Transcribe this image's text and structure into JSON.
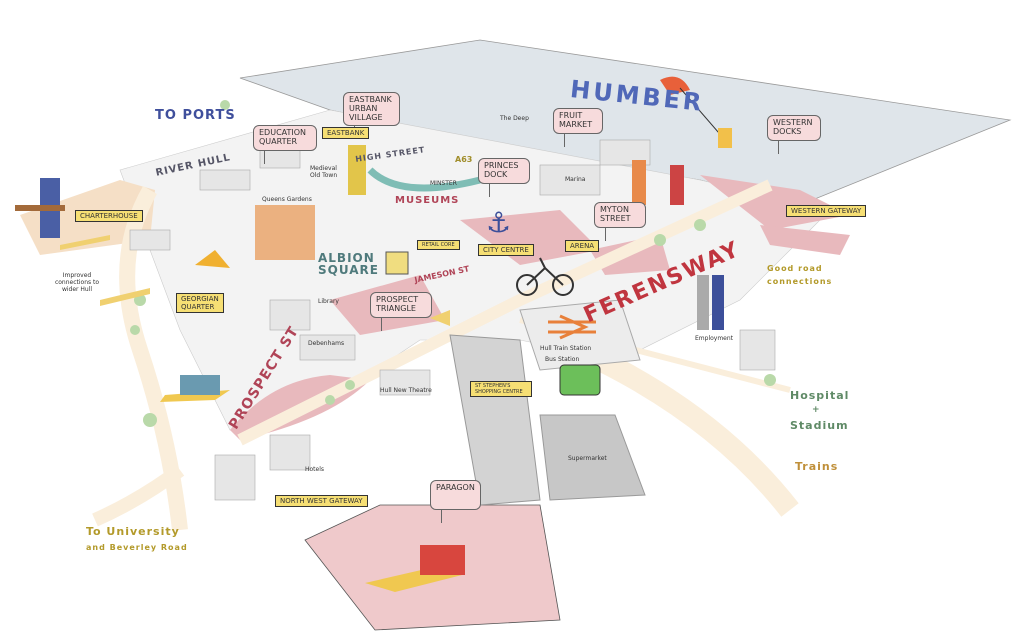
{
  "map": {
    "water_name": "HUMBER",
    "directions": {
      "to_ports": "TO PORTS",
      "to_university": "To University",
      "beverley_road": "and Beverley Road",
      "hospital": "Hospital",
      "plus": "+",
      "stadium": "Stadium",
      "trains": "Trains",
      "good_road": "Good road",
      "connections": "connections",
      "improved_connections": "Improved connections to wider Hull"
    },
    "streets": {
      "river_hull": "RIVER HULL",
      "ferensway": "FERENSWAY",
      "prospect_st": "PROSPECT ST",
      "high_street": "HIGH STREET",
      "a63": "A63",
      "jameson_st": "JAMESON ST",
      "museums": "MUSEUMS",
      "minster": "MINSTER",
      "albion_square": "ALBION SQUARE"
    },
    "bubbles": {
      "education_quarter": "Education Quarter",
      "eastbank_village": "Eastbank Urban Village",
      "fruit_market": "Fruit Market",
      "princes_dock": "Princes Dock",
      "myton_street": "Myton Street",
      "western_docks": "Western Docks",
      "prospect_triangle": "Prospect Triangle",
      "paragon": "Paragon"
    },
    "signs": {
      "eastbank": "Eastbank",
      "charterhouse": "Charterhouse",
      "georgian_quarter": "Georgian Quarter",
      "city_centre": "City Centre",
      "retail_core": "Retail core",
      "arena": "Arena",
      "western_gateway": "Western Gateway",
      "st_stephens": "St Stephen's Shopping Centre",
      "north_west_gateway": "North West Gateway"
    },
    "small_labels": {
      "queens_gardens": "Queens Gardens",
      "medieval_old_town": "Medieval Old Town",
      "library": "Library",
      "debenhams": "Debenhams",
      "new_theatre": "Hull New Theatre",
      "train_station": "Hull Train Station",
      "bus_station": "Bus Station",
      "supermarket": "Supermarket",
      "hotels": "Hotels",
      "employment": "Employment",
      "the_deep": "The Deep",
      "marina": "Marina"
    },
    "colors": {
      "water": "#dfe5ea",
      "pink": "#e8b9bd",
      "road": "#faeedb",
      "sign": "#f6df74",
      "building": "#e2e2e2"
    }
  }
}
